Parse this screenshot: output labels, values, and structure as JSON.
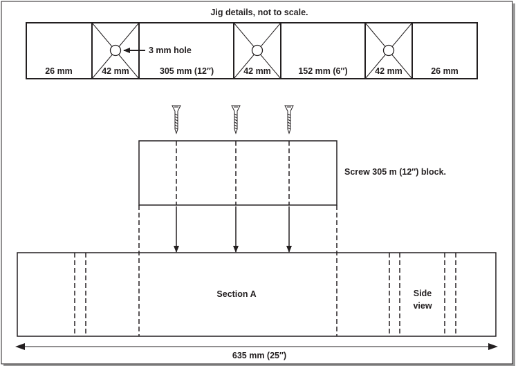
{
  "title": "Jig details, not to scale.",
  "strip": {
    "segments": [
      "26 mm",
      "42 mm",
      "305 mm (12″)",
      "42 mm",
      "152 mm (6″)",
      "42 mm",
      "26 mm"
    ],
    "hole_label": "3 mm hole"
  },
  "block_label": "Screw 305 m (12″) block.",
  "section_label": "Section A",
  "side_view": {
    "line1": "Side",
    "line2": "view"
  },
  "overall_dimension": "635 mm (25″)",
  "colors": {
    "ink": "#231f20",
    "shadow": "#9a9a9a"
  }
}
